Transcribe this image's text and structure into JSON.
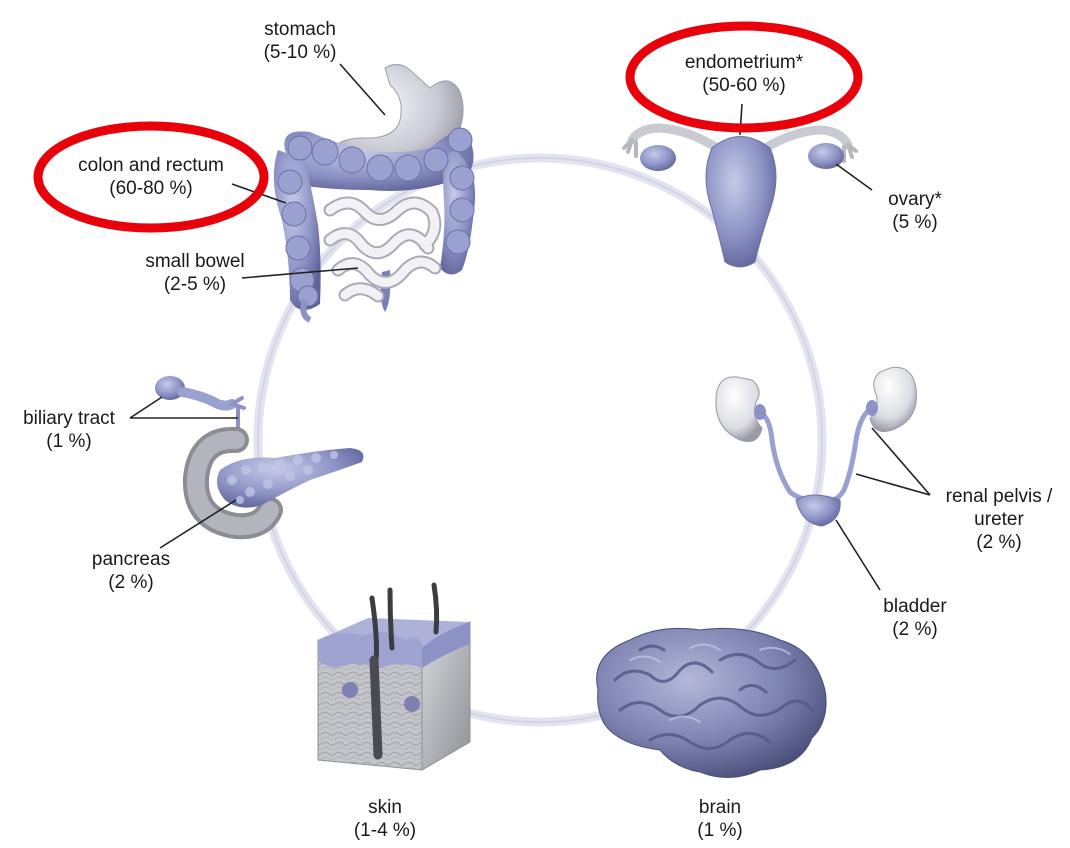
{
  "diagram": {
    "labels": {
      "stomach": {
        "name": "stomach",
        "value": "(5-10 %)"
      },
      "endometrium": {
        "name": "endometrium*",
        "value": "(50-60 %)"
      },
      "colon": {
        "name": "colon and rectum",
        "value": "(60-80 %)"
      },
      "ovary": {
        "name": "ovary*",
        "value": "(5 %)"
      },
      "small_bowel": {
        "name": "small bowel",
        "value": "(2-5 %)"
      },
      "biliary": {
        "name": "biliary tract",
        "value": "(1 %)"
      },
      "renal": {
        "name": "renal pelvis /",
        "name2": "ureter",
        "value": "(2 %)"
      },
      "pancreas": {
        "name": "pancreas",
        "value": "(2 %)"
      },
      "bladder": {
        "name": "bladder",
        "value": "(2 %)"
      },
      "skin": {
        "name": "skin",
        "value": "(1-4 %)"
      },
      "brain": {
        "name": "brain",
        "value": "(1 %)"
      }
    },
    "highlighted": [
      "colon",
      "endometrium"
    ],
    "colors": {
      "ring": "#e2e2ef",
      "organ": "#8c92c4",
      "organ_light": "#b9bedf",
      "organ_grey": "#c9c9d3",
      "highlight": "#e8000b",
      "leader": "#222222"
    }
  }
}
